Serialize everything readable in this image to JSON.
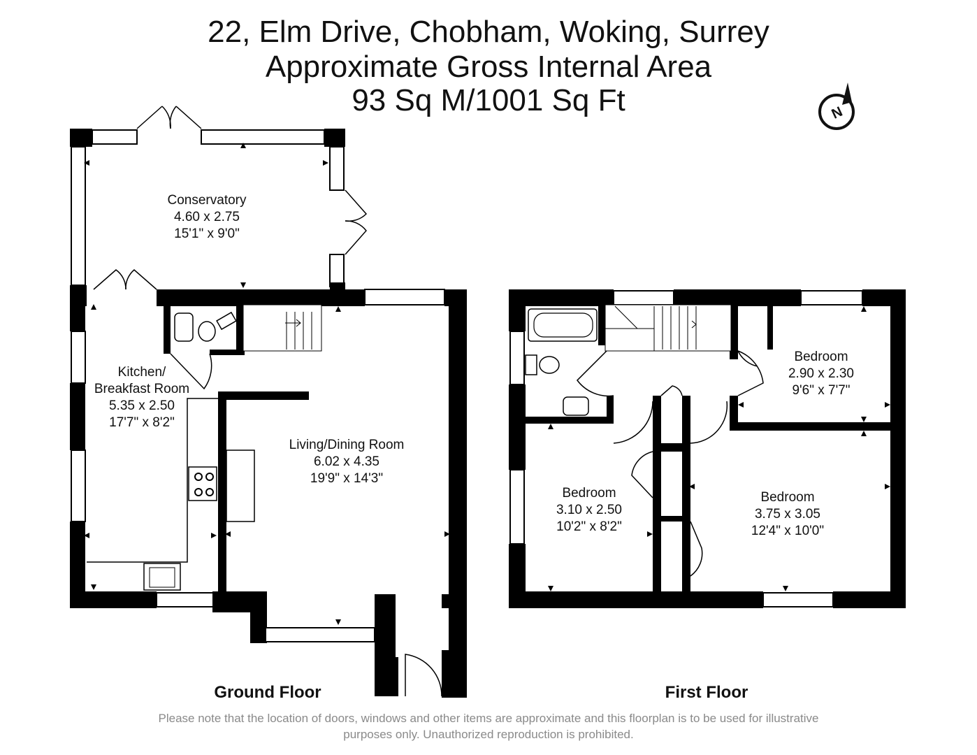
{
  "header": {
    "line1": "22, Elm Drive, Chobham, Woking, Surrey",
    "line2": "Approximate Gross Internal Area",
    "line3": "93 Sq M/1001 Sq Ft"
  },
  "compass": {
    "label": "N",
    "icon": "north-compass-icon"
  },
  "ground_floor": {
    "label": "Ground Floor",
    "rooms": {
      "conservatory": {
        "name": "Conservatory",
        "metric": "4.60 x 2.75",
        "imperial": "15'1\" x 9'0\""
      },
      "kitchen": {
        "name1": "Kitchen/",
        "name2": "Breakfast Room",
        "metric": "5.35 x 2.50",
        "imperial": "17'7\" x 8'2\""
      },
      "living": {
        "name": "Living/Dining Room",
        "metric": "6.02 x 4.35",
        "imperial": "19'9\" x 14'3\""
      }
    }
  },
  "first_floor": {
    "label": "First Floor",
    "rooms": {
      "bedroom_small": {
        "name": "Bedroom",
        "metric": "2.90 x 2.30",
        "imperial": "9'6\" x 7'7\""
      },
      "bedroom_left": {
        "name": "Bedroom",
        "metric": "3.10 x 2.50",
        "imperial": "10'2\" x 8'2\""
      },
      "bedroom_right": {
        "name": "Bedroom",
        "metric": "3.75 x 3.05",
        "imperial": "12'4\" x 10'0\""
      }
    }
  },
  "footer": {
    "line1": "Please note that the location of doors, windows and other items are approximate and this floorplan is to be used for illustrative",
    "line2": "purposes only. Unauthorized reproduction is prohibited."
  }
}
